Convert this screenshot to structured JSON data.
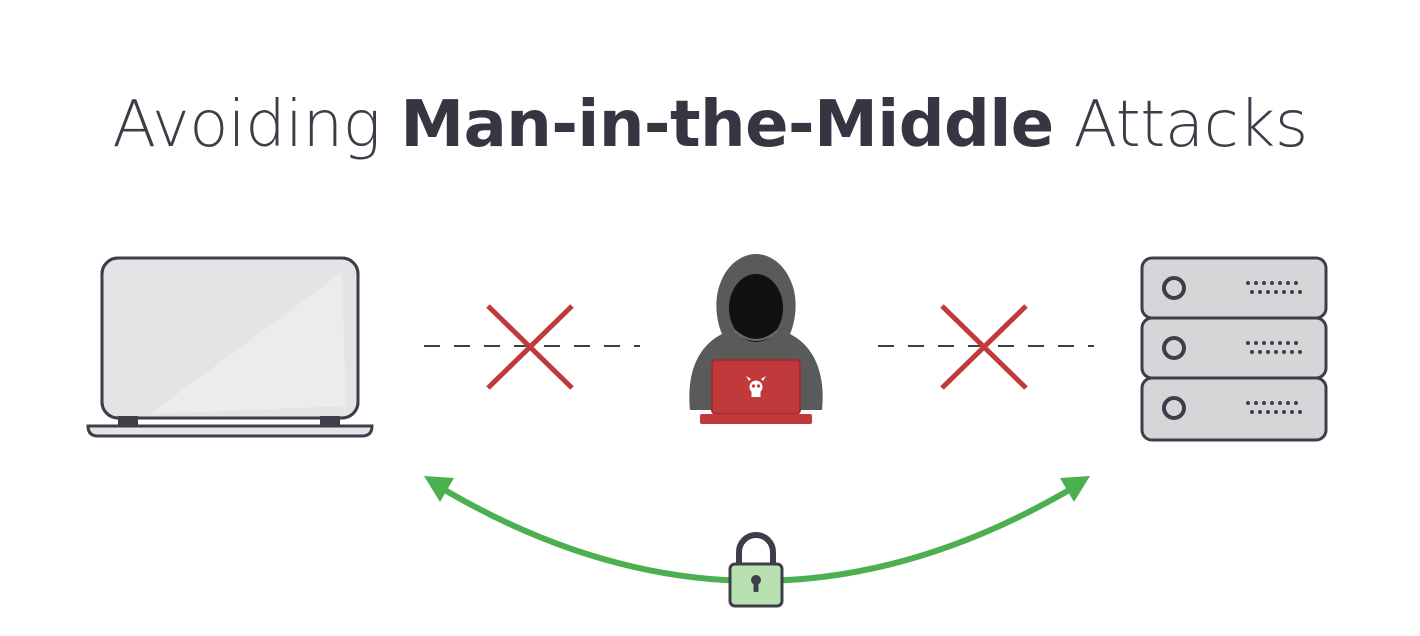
{
  "title": {
    "prefix": "Avoiding",
    "emphasis": "Man-in-the-Middle",
    "suffix": "Attacks"
  },
  "icons": {
    "client": "laptop-icon",
    "attacker": "hooded-hacker-icon",
    "server": "server-rack-icon",
    "blocked": "red-x-icon",
    "secure": "padlock-icon",
    "connection": "curved-double-arrow-icon"
  },
  "colors": {
    "text": "#3a3b47",
    "outline": "#3d3e4a",
    "device_fill": "#e4e4e6",
    "blocked": "#c0393b",
    "secure_arrow": "#4caf50",
    "lock_fill": "#b8e0b0",
    "hacker_hood": "#5a5a5a",
    "hacker_laptop": "#c0393b"
  }
}
